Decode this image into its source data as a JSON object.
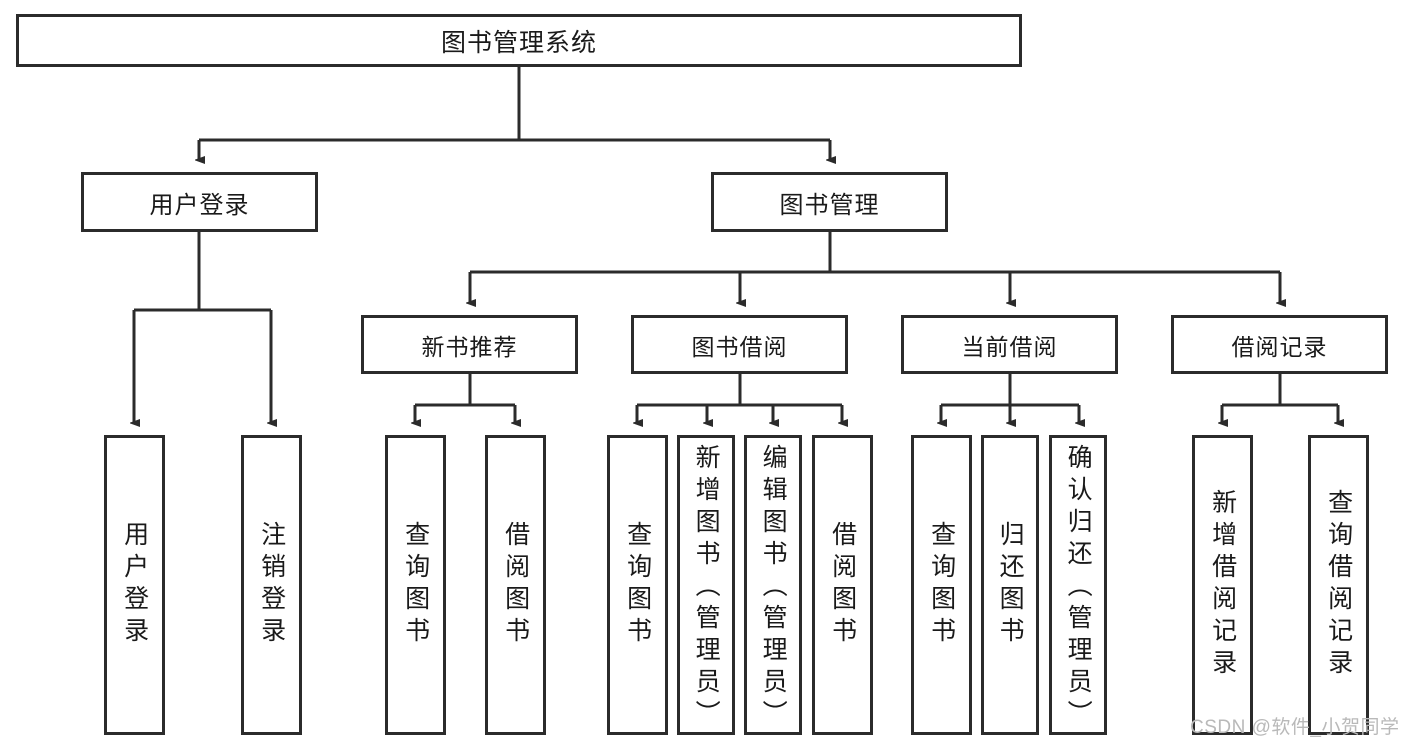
{
  "diagram": {
    "type": "tree-hierarchy",
    "title": "图书管理系统",
    "root": {
      "label": "图书管理系统"
    },
    "level2": [
      {
        "label": "用户登录"
      },
      {
        "label": "图书管理"
      }
    ],
    "level3": [
      {
        "label": "新书推荐"
      },
      {
        "label": "图书借阅"
      },
      {
        "label": "当前借阅"
      },
      {
        "label": "借阅记录"
      }
    ],
    "leaves": {
      "user_login": [
        {
          "label": "用户登录"
        },
        {
          "label": "注销登录"
        }
      ],
      "new_book_recommend": [
        {
          "label": "查询图书"
        },
        {
          "label": "借阅图书"
        }
      ],
      "book_borrow": [
        {
          "label": "查询图书"
        },
        {
          "label": "新增图书（管理员）"
        },
        {
          "label": "编辑图书（管理员）"
        },
        {
          "label": "借阅图书"
        }
      ],
      "current_borrow": [
        {
          "label": "查询图书"
        },
        {
          "label": "归还图书"
        },
        {
          "label": "确认归还（管理员）"
        }
      ],
      "borrow_record": [
        {
          "label": "新增借阅记录"
        },
        {
          "label": "查询借阅记录"
        }
      ]
    },
    "colors": {
      "stroke": "#2b2b2b",
      "fill": "#ffffff",
      "text": "#1a1a1a",
      "watermark": "#b9b9b9"
    }
  },
  "watermark": {
    "text": "CSDN @软件_小贺同学"
  }
}
